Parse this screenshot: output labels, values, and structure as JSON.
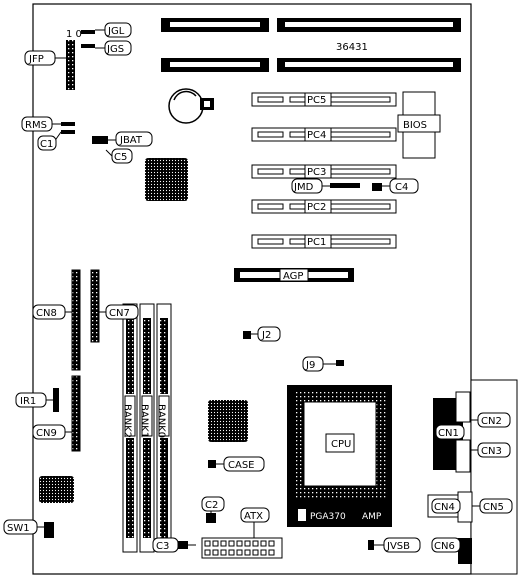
{
  "board": {
    "board_number": "36431",
    "pin_marker": "1 0",
    "slots": {
      "pc5": "PC5",
      "pc4": "PC4",
      "pc3": "PC3",
      "pc2": "PC2",
      "pc1": "PC1",
      "agp": "AGP"
    },
    "bios": "BIOS",
    "cpu": "CPU",
    "socket": "PGA370",
    "socket_suffix": "AMP",
    "banks": [
      "BANK2",
      "BANK1",
      "BANK0"
    ],
    "callouts": {
      "jgl": "JGL",
      "jfp": "JFP",
      "jgs": "JGS",
      "rms": "RMS",
      "jbat": "JBAT",
      "c1": "C1",
      "c5": "C5",
      "jmd": "JMD",
      "c4": "C4",
      "cn8": "CN8",
      "cn7": "CN7",
      "j2": "J2",
      "j9": "J9",
      "ir1": "IR1",
      "cn9": "CN9",
      "case": "CASE",
      "cn2": "CN2",
      "cn1": "CN1",
      "cn3": "CN3",
      "cn4": "CN4",
      "cn5": "CN5",
      "cn6": "CN6",
      "sw1": "SW1",
      "c2": "C2",
      "atx": "ATX",
      "c3": "C3",
      "jvsb": "JVSB"
    }
  }
}
